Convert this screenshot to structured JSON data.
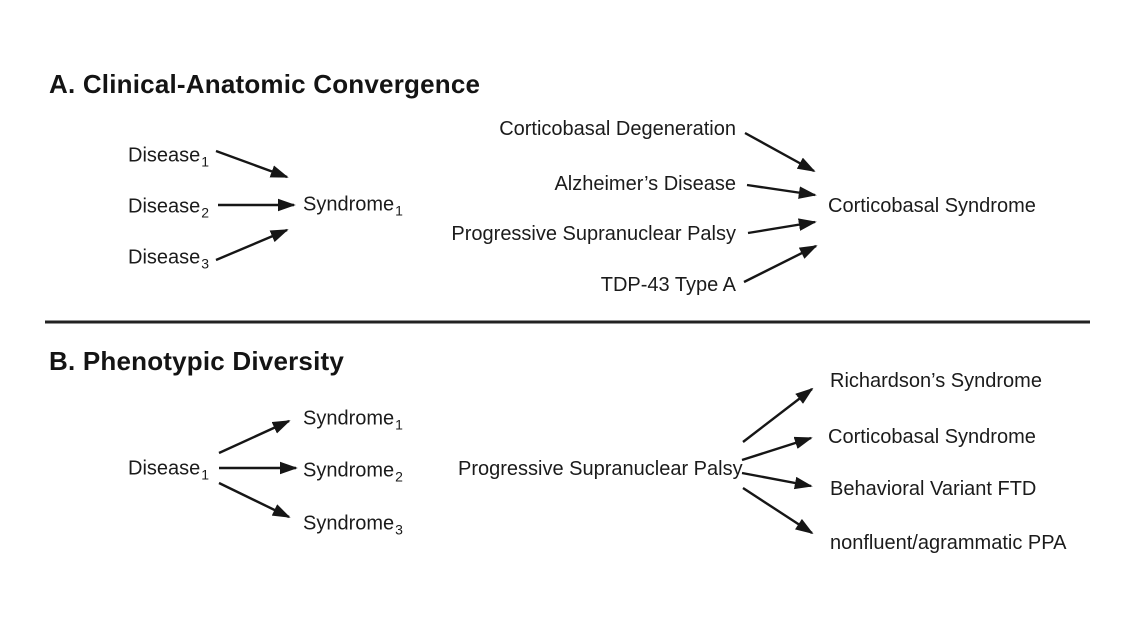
{
  "colors": {
    "background": "#ffffff",
    "text": "#1b1b1b",
    "title_text": "#141414",
    "arrow": "#161616",
    "divider": "#222222"
  },
  "panel_a": {
    "title": "A. Clinical-Anatomic Convergence",
    "generic": {
      "diseases": [
        {
          "base": "Disease",
          "sub": "1"
        },
        {
          "base": "Disease",
          "sub": "2"
        },
        {
          "base": "Disease",
          "sub": "3"
        }
      ],
      "syndrome": {
        "base": "Syndrome",
        "sub": "1"
      },
      "edges": [
        [
          "Disease1",
          "Syndrome1"
        ],
        [
          "Disease2",
          "Syndrome1"
        ],
        [
          "Disease3",
          "Syndrome1"
        ]
      ]
    },
    "specific": {
      "sources": [
        "Corticobasal Degeneration",
        "Alzheimer’s Disease",
        "Progressive Supranuclear Palsy",
        "TDP-43 Type A"
      ],
      "target": "Corticobasal Syndrome",
      "edges": [
        [
          "Corticobasal Degeneration",
          "Corticobasal Syndrome"
        ],
        [
          "Alzheimer’s Disease",
          "Corticobasal Syndrome"
        ],
        [
          "Progressive Supranuclear Palsy",
          "Corticobasal Syndrome"
        ],
        [
          "TDP-43 Type A",
          "Corticobasal Syndrome"
        ]
      ]
    }
  },
  "panel_b": {
    "title": "B. Phenotypic Diversity",
    "generic": {
      "disease": {
        "base": "Disease",
        "sub": "1"
      },
      "syndromes": [
        {
          "base": "Syndrome",
          "sub": "1"
        },
        {
          "base": "Syndrome",
          "sub": "2"
        },
        {
          "base": "Syndrome",
          "sub": "3"
        }
      ],
      "edges": [
        [
          "Disease1",
          "Syndrome1"
        ],
        [
          "Disease1",
          "Syndrome2"
        ],
        [
          "Disease1",
          "Syndrome3"
        ]
      ]
    },
    "specific": {
      "source": "Progressive Supranuclear Palsy",
      "targets": [
        "Richardson’s Syndrome",
        "Corticobasal Syndrome",
        "Behavioral Variant FTD",
        "nonfluent/agrammatic PPA"
      ],
      "edges": [
        [
          "Progressive Supranuclear Palsy",
          "Richardson’s Syndrome"
        ],
        [
          "Progressive Supranuclear Palsy",
          "Corticobasal Syndrome"
        ],
        [
          "Progressive Supranuclear Palsy",
          "Behavioral Variant FTD"
        ],
        [
          "Progressive Supranuclear Palsy",
          "nonfluent/agrammatic PPA"
        ]
      ]
    }
  }
}
